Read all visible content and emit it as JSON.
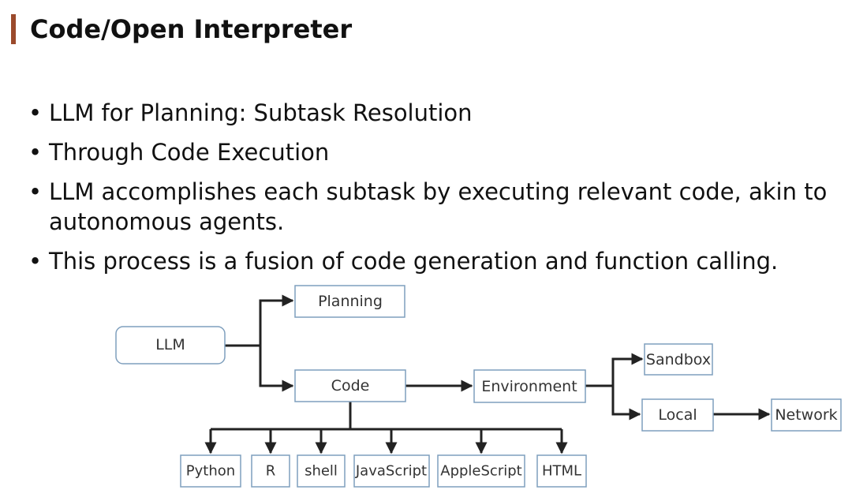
{
  "slide": {
    "title": "Code/Open Interpreter",
    "bullets": [
      "LLM for Planning: Subtask Resolution",
      "Through Code Execution",
      "LLM accomplishes each subtask by executing relevant code, akin to autonomous agents.",
      "This process is a fusion of code generation and function calling."
    ],
    "bullet_symbol": "•"
  },
  "diagram": {
    "nodes": {
      "llm": "LLM",
      "planning": "Planning",
      "code": "Code",
      "environment": "Environment",
      "sandbox": "Sandbox",
      "local": "Local",
      "network": "Network",
      "python": "Python",
      "r": "R",
      "shell": "shell",
      "javascript": "JavaScript",
      "applescript": "AppleScript",
      "html": "HTML"
    },
    "edges": [
      [
        "llm",
        "planning"
      ],
      [
        "llm",
        "code"
      ],
      [
        "code",
        "environment"
      ],
      [
        "environment",
        "sandbox"
      ],
      [
        "environment",
        "local"
      ],
      [
        "local",
        "network"
      ],
      [
        "code",
        "python"
      ],
      [
        "code",
        "r"
      ],
      [
        "code",
        "shell"
      ],
      [
        "code",
        "javascript"
      ],
      [
        "code",
        "applescript"
      ],
      [
        "code",
        "html"
      ]
    ]
  }
}
